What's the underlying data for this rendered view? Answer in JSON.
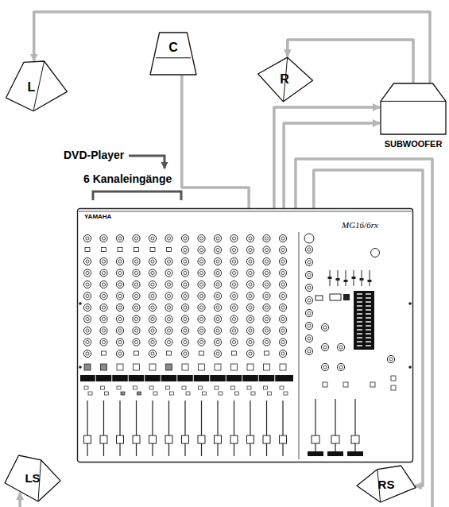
{
  "diagram": {
    "nodes": [
      {
        "text": [
          "L"
        ]
      },
      {
        "text": [
          "C"
        ]
      },
      {
        "text": [
          "R"
        ]
      },
      {
        "text": [
          "SUBWOOFER"
        ]
      },
      {
        "text": [
          "YAMAHA",
          "MG16/6rx"
        ]
      },
      {
        "text": [
          "LS"
        ]
      },
      {
        "text": [
          "RS"
        ]
      }
    ],
    "edges": [
      {
        "from": 3,
        "to": 0,
        "arrow": "to"
      },
      {
        "from": 3,
        "to": 2,
        "arrow": "to"
      },
      {
        "from": 4,
        "to": 1,
        "arrow": "none"
      },
      {
        "from": 4,
        "to": 3,
        "arrow": "to"
      },
      {
        "from": 4,
        "to": 3,
        "arrow": "to"
      },
      {
        "from": 4,
        "to": 5,
        "arrow": "to"
      },
      {
        "from": 4,
        "to": 6,
        "arrow": "to"
      }
    ],
    "labels": [
      "DVD-Player",
      "6 Kanaleingänge"
    ]
  }
}
